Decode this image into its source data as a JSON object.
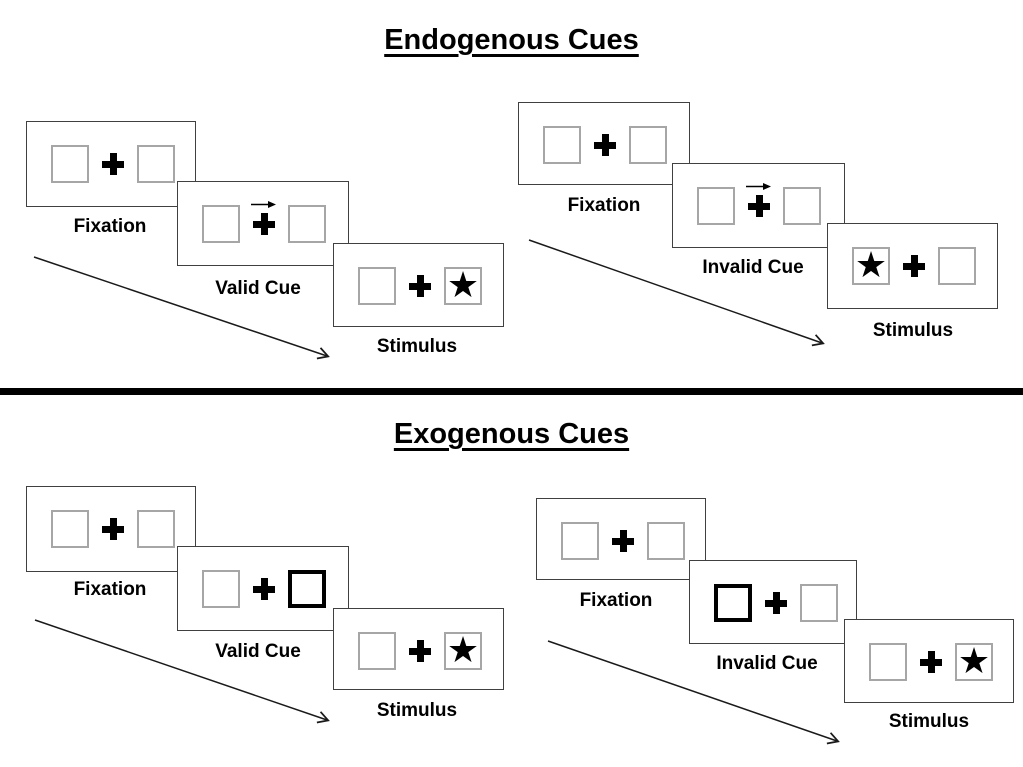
{
  "slide": {
    "background": "#ffffff",
    "divider_color": "#000000"
  },
  "sections": [
    {
      "title": "Endogenous Cues",
      "groups": [
        {
          "id": "valid-trial",
          "panels": [
            {
              "label": "Fixation"
            },
            {
              "label": "Valid Cue"
            },
            {
              "label": "Stimulus"
            }
          ],
          "cue_type": "central-arrow",
          "stimulus_side": "right"
        },
        {
          "id": "invalid-trial",
          "panels": [
            {
              "label": "Fixation"
            },
            {
              "label": "Invalid Cue"
            },
            {
              "label": "Stimulus"
            }
          ],
          "cue_type": "central-arrow",
          "stimulus_side": "left"
        }
      ]
    },
    {
      "title": "Exogenous Cues",
      "groups": [
        {
          "id": "valid-trial",
          "panels": [
            {
              "label": "Fixation"
            },
            {
              "label": "Valid Cue"
            },
            {
              "label": "Stimulus"
            }
          ],
          "cue_type": "peripheral-box-right",
          "stimulus_side": "right"
        },
        {
          "id": "invalid-trial",
          "panels": [
            {
              "label": "Fixation"
            },
            {
              "label": "Invalid Cue"
            },
            {
              "label": "Stimulus"
            }
          ],
          "cue_type": "peripheral-box-left",
          "stimulus_side": "right"
        }
      ]
    }
  ],
  "icons": {
    "stimulus_star": "★",
    "fixation_cross": "✚",
    "cue_arrow": "→",
    "timeline_arrow": "↘"
  },
  "colors": {
    "panel_border": "#404040",
    "placeholder_box_border": "#a6a6a6",
    "highlight_box_border": "#000000",
    "ink": "#000000"
  }
}
